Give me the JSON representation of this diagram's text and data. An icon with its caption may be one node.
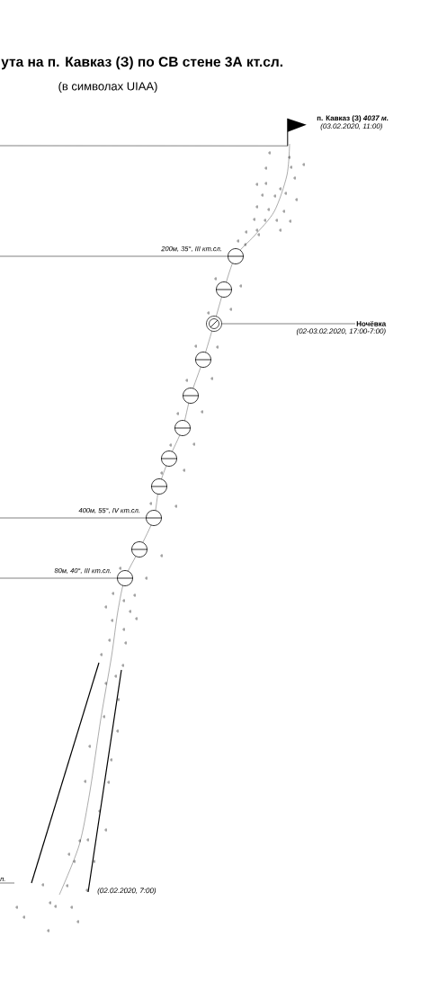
{
  "diagram": {
    "title": "ута на п. Кавказ (З) по СВ стене 3А кт.сл.",
    "nodes": [
      {
        "text": [
          "п. Кавказ (З) *4037 м.*",
          "(03.02.2020, 11:00)"
        ]
      },
      {
        "text": [],
        "shape": "flag"
      },
      {
        "text": [],
        "shape": "circle"
      },
      {
        "text": [],
        "shape": "circle"
      },
      {
        "text": [],
        "shape": "circle"
      },
      {
        "text": [
          "Ночёвка",
          "(02-03.02.2020, 17:00-7:00)"
        ]
      },
      {
        "text": [],
        "shape": "circle"
      },
      {
        "text": [],
        "shape": "circle"
      },
      {
        "text": [],
        "shape": "circle"
      },
      {
        "text": [],
        "shape": "circle"
      },
      {
        "text": [],
        "shape": "circle"
      },
      {
        "text": [],
        "shape": "circle"
      },
      {
        "text": [],
        "shape": "circle"
      },
      {
        "text": [],
        "shape": "circle"
      }
    ],
    "edges": [
      {
        "from": null,
        "to": 1,
        "arrow": "none"
      },
      {
        "from": null,
        "to": 2,
        "arrow": "none",
        "label": "200м, 35°, III кт.сл."
      },
      {
        "from": 4,
        "to": 5,
        "arrow": "none"
      },
      {
        "from": null,
        "to": 11,
        "arrow": "none",
        "label": "400м, 55°, IV кт.сл."
      },
      {
        "from": null,
        "to": 13,
        "arrow": "none",
        "label": "80м, 40°, III кт.сл."
      }
    ],
    "labels": [
      "(в символах UIAA)",
      "п.",
      "(02.02.2020, 7:00)"
    ]
  }
}
